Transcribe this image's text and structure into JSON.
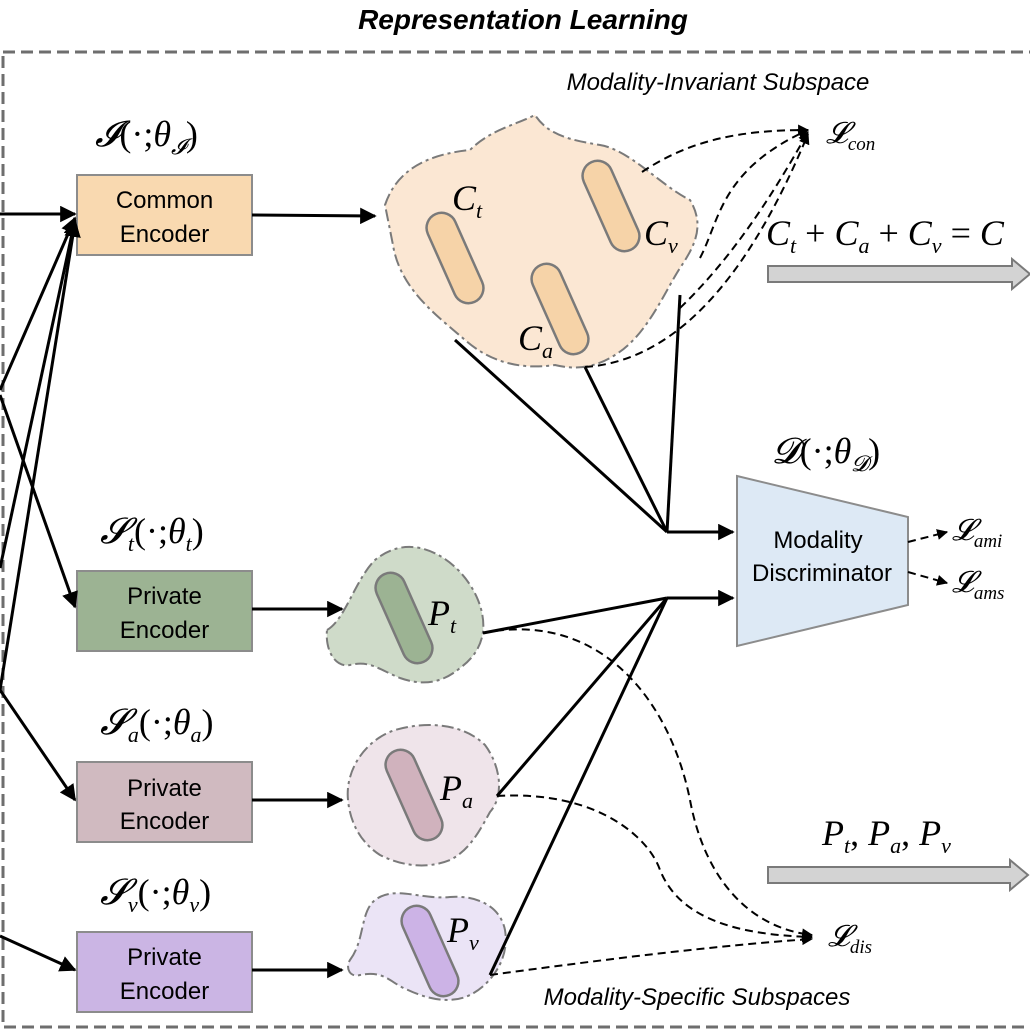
{
  "title": "Representation Learning",
  "subspace_labels": {
    "invariant": "Modality-Invariant Subspace",
    "specific": "Modality-Specific Subspaces"
  },
  "encoders": {
    "common": {
      "func": "𝓘",
      "param": "θ",
      "param_sub": "𝓘",
      "line1": "Common",
      "line2": "Encoder",
      "color": "#f9d9b0"
    },
    "private_t": {
      "func": "𝓢",
      "func_sub": "t",
      "param": "θ",
      "param_sub": "t",
      "line1": "Private",
      "line2": "Encoder",
      "color": "#9cb393"
    },
    "private_a": {
      "func": "𝓢",
      "func_sub": "a",
      "param": "θ",
      "param_sub": "a",
      "line1": "Private",
      "line2": "Encoder",
      "color": "#d0bac0"
    },
    "private_v": {
      "func": "𝓢",
      "func_sub": "v",
      "param": "θ",
      "param_sub": "v",
      "line1": "Private",
      "line2": "Encoder",
      "color": "#cbb5e4"
    }
  },
  "vectors": {
    "ct": {
      "base": "C",
      "sub": "t"
    },
    "cv": {
      "base": "C",
      "sub": "v"
    },
    "ca": {
      "base": "C",
      "sub": "a"
    },
    "pt": {
      "base": "P",
      "sub": "t"
    },
    "pa": {
      "base": "P",
      "sub": "a"
    },
    "pv": {
      "base": "P",
      "sub": "v"
    }
  },
  "discriminator": {
    "func": "𝓓",
    "param": "θ",
    "param_sub": "𝓓",
    "line1": "Modality",
    "line2": "Discriminator",
    "color": "#dde9f5"
  },
  "losses": {
    "con": {
      "base": "𝓛",
      "sub": "con"
    },
    "ami": {
      "base": "𝓛",
      "sub": "ami"
    },
    "ams": {
      "base": "𝓛",
      "sub": "ams"
    },
    "dis": {
      "base": "𝓛",
      "sub": "dis"
    }
  },
  "outputs": {
    "common_eq": {
      "c1": "C",
      "s1": "t",
      "c2": "C",
      "s2": "a",
      "c3": "C",
      "s3": "v",
      "result": "C"
    },
    "private_eq": {
      "p1": "P",
      "s1": "t",
      "p2": "P",
      "s2": "a",
      "p3": "P",
      "s3": "v"
    }
  },
  "colors": {
    "blob_invariant": "#fbe7d3",
    "blob_t": "#cfdbc9",
    "blob_a": "#efe4ea",
    "blob_v": "#ebe4f6",
    "capsule_c": "#f6d3a8",
    "capsule_t": "#9cb393",
    "capsule_a": "#d0b2bd",
    "capsule_v": "#ccb3e6",
    "output_arrow": "#d3d3d3"
  }
}
